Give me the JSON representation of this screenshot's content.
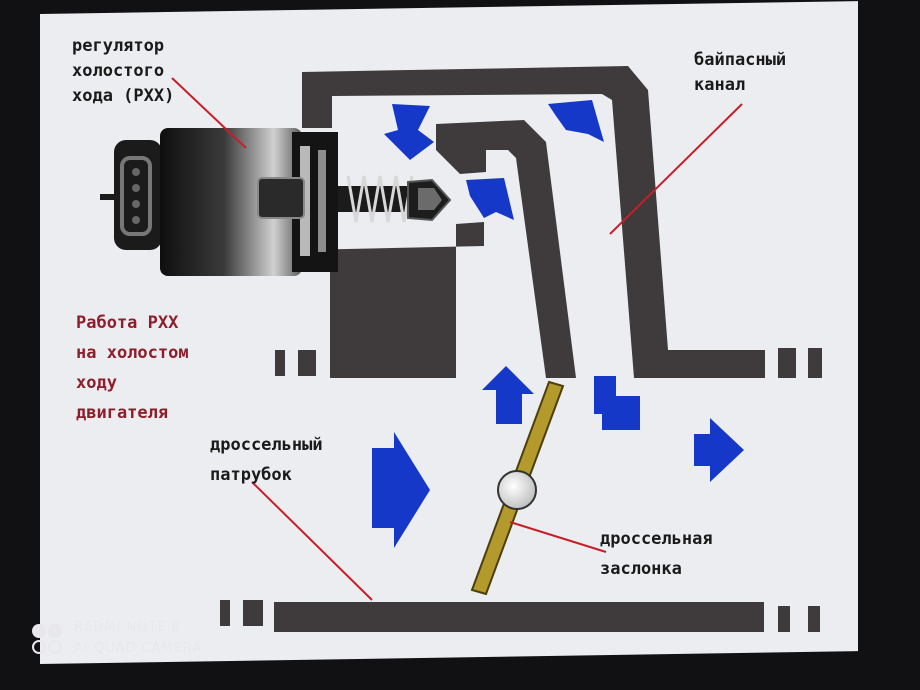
{
  "labels": {
    "rxx_regulator": [
      "регулятор",
      "холостого",
      "хода (РХХ)"
    ],
    "bypass_channel": [
      "байпасный",
      "канал"
    ],
    "caption": [
      "Работа РХХ",
      "на холостом",
      "ходу",
      "двигателя"
    ],
    "throttle_body": [
      "дроссельный",
      "патрубок"
    ],
    "throttle_valve": [
      "дроссельная",
      "заслонка"
    ]
  },
  "watermark": {
    "line1": "REDMI NOTE 8",
    "line2": "AI QUAD CAMERA"
  },
  "colors": {
    "screen": "#ecedf0",
    "channel": "#3f3b3d",
    "arrow": "#1538c8",
    "valve": "#b49a2c",
    "leader": "#c81e2a",
    "caption_red": "#8e1e2b"
  }
}
